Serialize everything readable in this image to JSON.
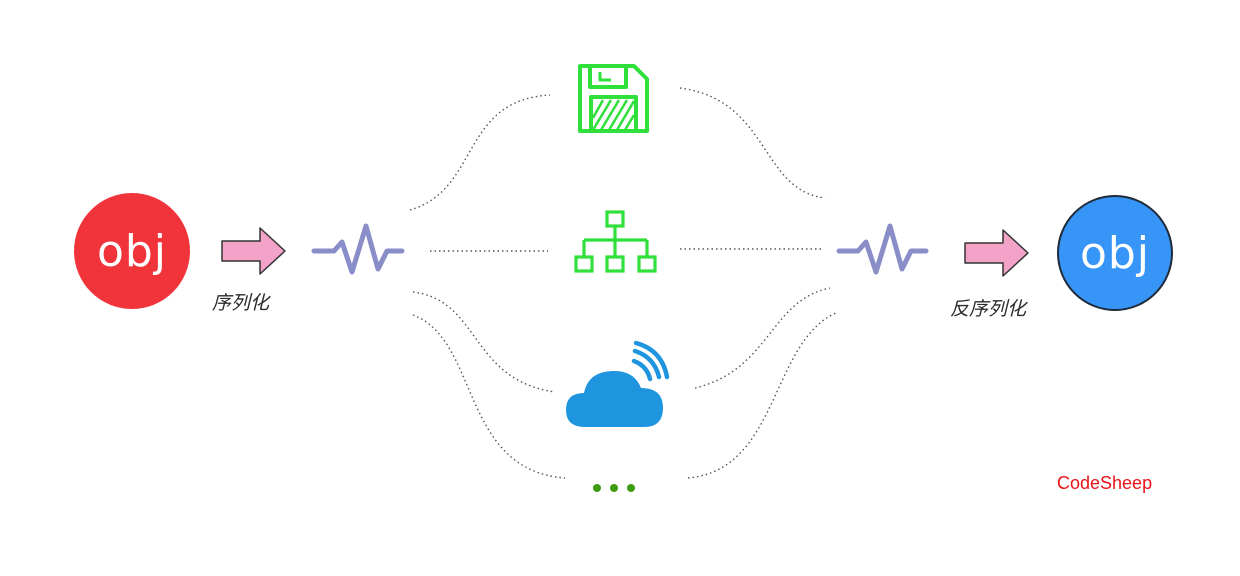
{
  "left_object": {
    "label": "obj",
    "caption": "序列化",
    "color": "#f0343a"
  },
  "right_object": {
    "label": "obj",
    "caption": "反序列化",
    "color": "#3695f6"
  },
  "middle_channels": [
    {
      "icon": "floppy-disk-icon",
      "color": "#2fe03a"
    },
    {
      "icon": "network-tree-icon",
      "color": "#2fe03a"
    },
    {
      "icon": "cloud-wifi-icon",
      "color": "#1f95df"
    },
    {
      "icon": "ellipsis-icon",
      "color": "#3f9a10"
    }
  ],
  "colors": {
    "arrow_fill": "#f4a3c8",
    "arrow_stroke": "#333333",
    "signal_wave": "#8a8ec8",
    "dotted_path": "#555555"
  },
  "watermark": "CodeSheep"
}
